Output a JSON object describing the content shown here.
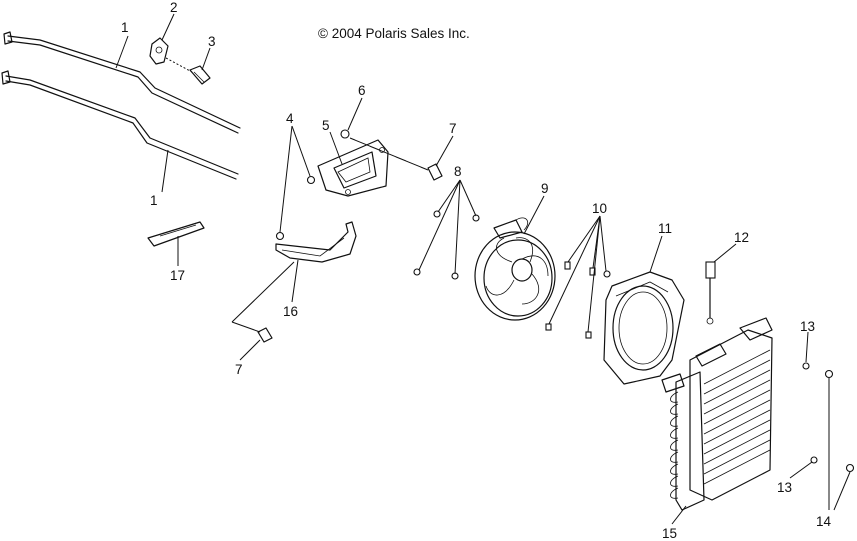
{
  "copyright": "© 2004 Polaris Sales Inc.",
  "callouts": {
    "c1a": "1",
    "c1b": "1",
    "c2": "2",
    "c3": "3",
    "c4": "4",
    "c5": "5",
    "c6": "6",
    "c7a": "7",
    "c7b": "7",
    "c8": "8",
    "c9": "9",
    "c10": "10",
    "c11": "11",
    "c12": "12",
    "c13a": "13",
    "c13b": "13",
    "c14": "14",
    "c15": "15",
    "c16": "16",
    "c17": "17"
  }
}
